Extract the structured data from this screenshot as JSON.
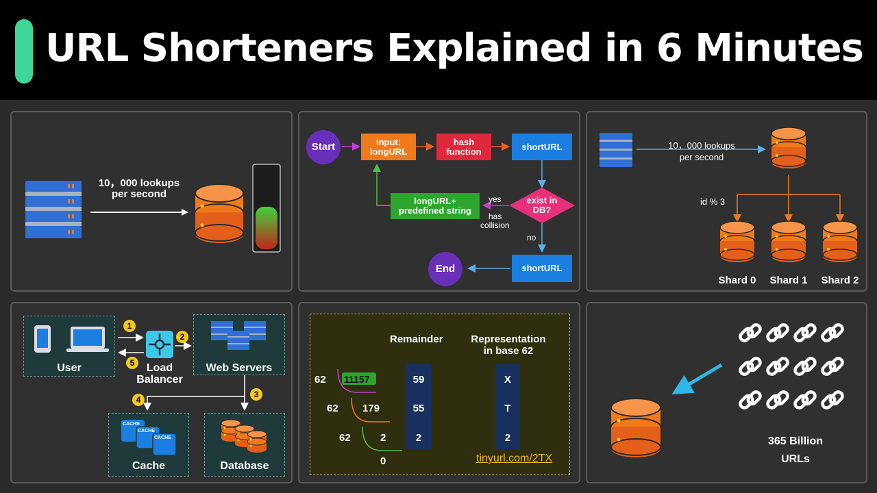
{
  "header": {
    "title": "URL Shorteners Explained in 6 Minutes"
  },
  "panel1": {
    "lookups_line1": "10，000 lookups",
    "lookups_line2": "per second"
  },
  "flow": {
    "start": "Start",
    "input_l1": "input:",
    "input_l2": "longURL",
    "hash_l1": "hash",
    "hash_l2": "function",
    "short1": "shortURL",
    "exist_l1": "exist in",
    "exist_l2": "DB?",
    "yes": "yes",
    "has_l1": "has",
    "has_l2": "collision",
    "no": "no",
    "predef_l1": "longURL+",
    "predef_l2": "predefined  string",
    "short2": "shortURL",
    "end": "End"
  },
  "shard": {
    "lookups_l1": "10，000 lookups",
    "lookups_l2": "per second",
    "modulo": "id % 3",
    "shards": [
      "Shard 0",
      "Shard 1",
      "Shard 2"
    ]
  },
  "arch": {
    "user": "User",
    "lb_l1": "Load",
    "lb_l2": "Balancer",
    "web": "Web Servers",
    "cache": "Cache",
    "db": "Database",
    "cache_tag": "CACHE",
    "steps": [
      "1",
      "2",
      "3",
      "4",
      "5"
    ]
  },
  "base62": {
    "remainder_header": "Remainder",
    "repr_l1": "Representation",
    "repr_l2": "in base 62",
    "divisor": "62",
    "dividends": [
      "11157",
      "179",
      "2"
    ],
    "final_quotient": "0",
    "remainders": [
      "59",
      "55",
      "2"
    ],
    "representation": [
      "X",
      "T",
      "2"
    ],
    "url": "tinyurl.com/2TX"
  },
  "scale": {
    "count_l1": "365 Billion",
    "count_l2": "URLs"
  },
  "colors": {
    "accent": "#3ed598",
    "orange": "#f07a1a",
    "blue": "#1a7fe0",
    "green": "#2ea52e",
    "pink": "#e8307a",
    "purple": "#6a2fb8",
    "cyan": "#2fb7e8"
  }
}
